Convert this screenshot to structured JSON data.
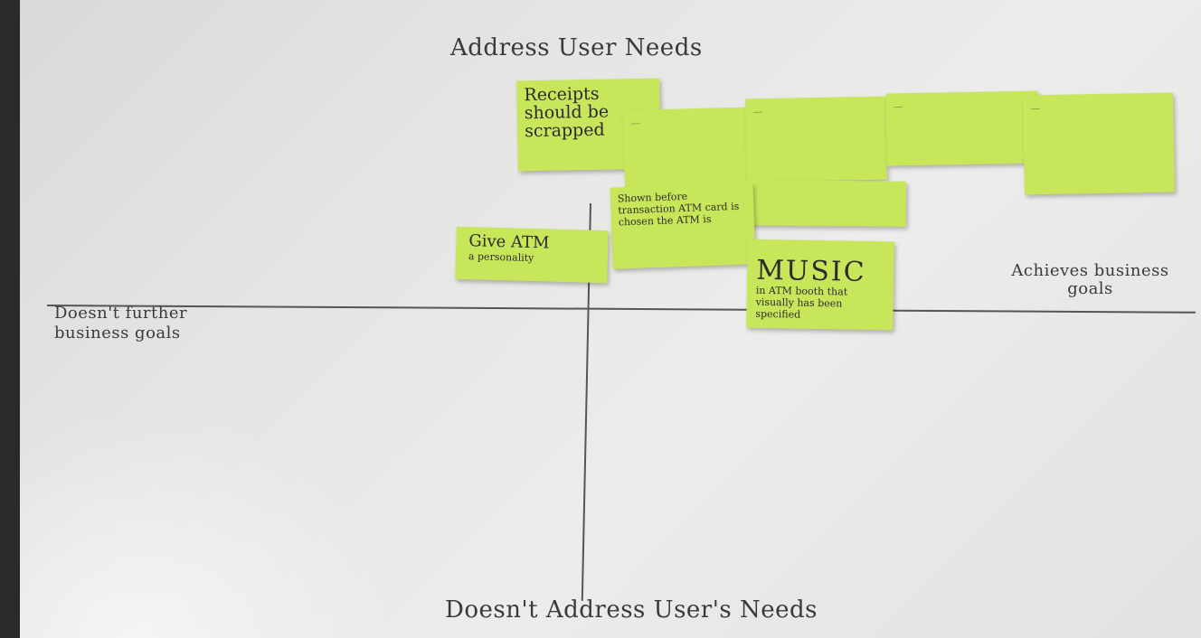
{
  "board": {
    "axis_labels": {
      "top": "Address User Needs",
      "bottom": "Doesn't Address User's Needs",
      "left": "Doesn't further business goals",
      "right": "Achieves business goals"
    },
    "notes": {
      "receipts": "Receipts should be scrapped",
      "give_atm": "Give ATM",
      "give_atm_sub": "a personality",
      "music_title": "MUSIC",
      "music_sub": "in ATM booth that visually has been specified",
      "center": "Shown before transaction ATM card is chosen the ATM is",
      "faded_1": "—",
      "faded_2": "—",
      "faded_3": "—",
      "faded_4": "—"
    }
  }
}
